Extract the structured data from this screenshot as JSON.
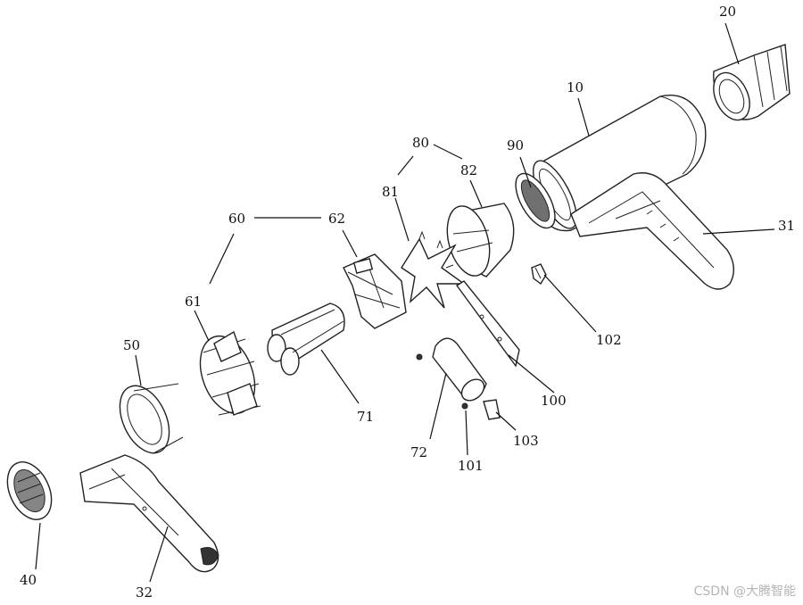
{
  "watermark": "CSDN @大腾智能",
  "labels": {
    "l10": "10",
    "l20": "20",
    "l31": "31",
    "l32": "32",
    "l40": "40",
    "l50": "50",
    "l60": "60",
    "l61": "61",
    "l62": "62",
    "l71": "71",
    "l72": "72",
    "l80": "80",
    "l81": "81",
    "l82": "82",
    "l90": "90",
    "l100": "100",
    "l101": "101",
    "l102": "102",
    "l103": "103"
  }
}
